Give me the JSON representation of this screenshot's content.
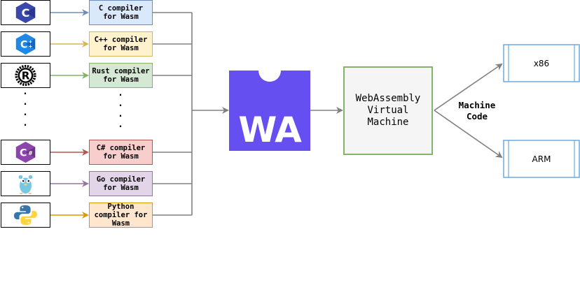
{
  "compilers": [
    {
      "label": "C compiler\nfor Wasm",
      "fill": "#dae8fc",
      "stroke": "#6c8ebf",
      "arrow": "#6c8ebf",
      "icon": "c-logo-icon"
    },
    {
      "label": "C++ compiler\nfor Wasm",
      "fill": "#fff2cc",
      "stroke": "#d6b656",
      "arrow": "#d6b656",
      "icon": "cpp-logo-icon"
    },
    {
      "label": "Rust compiler\nfor Wasm",
      "fill": "#d5e8d4",
      "stroke": "#82b366",
      "arrow": "#82b366",
      "icon": "rust-logo-icon"
    },
    {
      "label": "C# compiler\nfor Wasm",
      "fill": "#f8cecc",
      "stroke": "#b85450",
      "arrow": "#b85450",
      "icon": "csharp-logo-icon"
    },
    {
      "label": "Go compiler\nfor Wasm",
      "fill": "#e1d5e7",
      "stroke": "#9673a6",
      "arrow": "#9673a6",
      "icon": "go-gopher-icon"
    },
    {
      "label": "Python\ncompiler for\nWasm",
      "fill": "#ffe6cc",
      "stroke": "#d79b00",
      "arrow": "#d79b00",
      "icon": "python-logo-icon"
    }
  ],
  "ellipsis_left": ".\n.\n.\n.",
  "ellipsis_mid": ".\n.\n.\n.",
  "wasm_logo_text": "WA",
  "vm_label": "WebAssembly\nVirtual\nMachine",
  "machine_code_label": "Machine\nCode",
  "targets": [
    {
      "label": "x86"
    },
    {
      "label": "ARM"
    }
  ],
  "colors": {
    "wasm_purple": "#654ff0",
    "connector_gray": "#808080",
    "target_stroke": "#6fa8dc",
    "vm_stroke": "#82b366",
    "vm_fill": "#f5f5f5"
  }
}
